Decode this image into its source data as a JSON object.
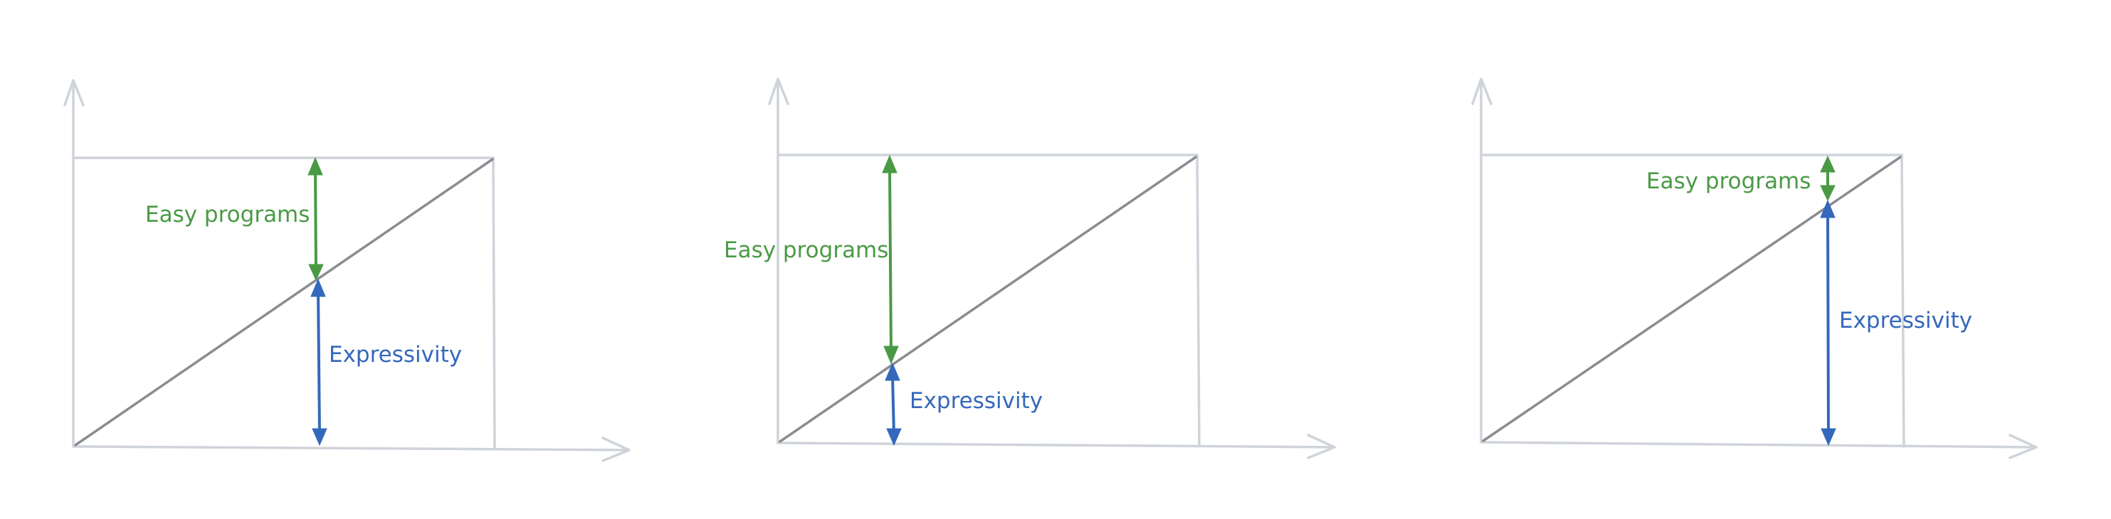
{
  "panels": [
    {
      "easy_label": "Easy programs",
      "expr_label": "Expressivity"
    },
    {
      "easy_label": "Easy programs",
      "expr_label": "Expressivity"
    },
    {
      "easy_label": "Easy programs",
      "expr_label": "Expressivity"
    }
  ],
  "colors": {
    "axis": "#cfd3da",
    "diagonal": "#8a8c91",
    "easy": "#4a9a45",
    "expressivity": "#3468bb"
  }
}
